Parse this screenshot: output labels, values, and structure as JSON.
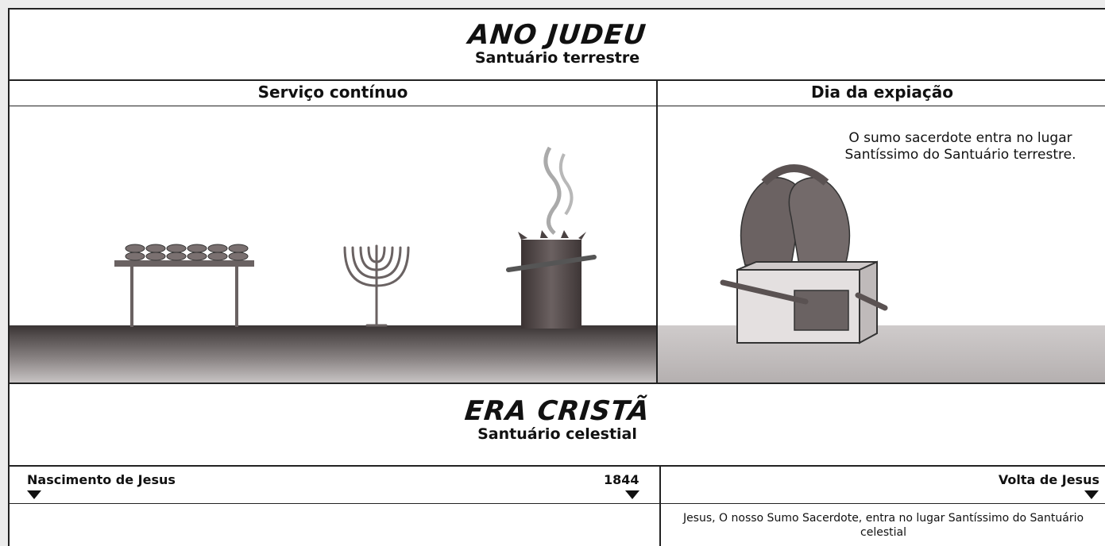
{
  "ano_judeu": {
    "title": "ANO JUDEU",
    "subtitle": "Santuário terrestre",
    "servico_continuo": "Serviço contínuo",
    "dia_expiacao": "Dia da expiação",
    "caption": "O sumo sacerdote entra no lugar Santíssimo do Santuário terrestre."
  },
  "era_crista": {
    "title": "ERA CRISTÃ",
    "subtitle": "Santuário celestial",
    "nascimento": "Nascimento de Jesus",
    "year": "1844",
    "volta": "Volta de Jesus",
    "caption": "Jesus, O nosso Sumo Sacerdote, entra no lugar Santíssimo do Santuário celestial"
  },
  "colors": {
    "line": "#222222",
    "object": "#5a5050",
    "ground_dark": "#3e3737"
  }
}
